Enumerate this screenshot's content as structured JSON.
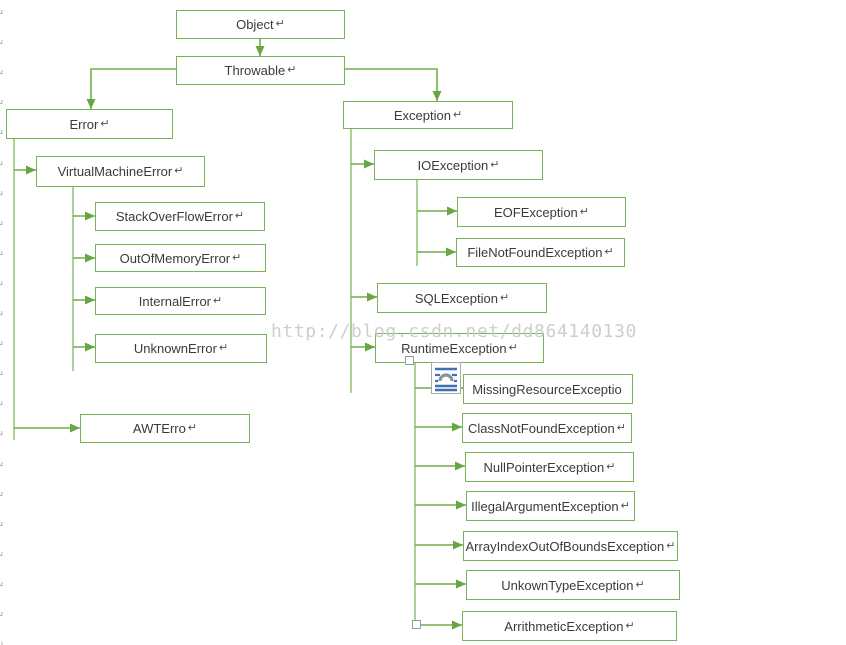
{
  "diagram": {
    "title_hint": "Java Throwable class hierarchy drawing",
    "watermark": "http://blog.csdn.net/dd864140130",
    "margin_mark": {
      "glyph": "↵",
      "count": 22
    },
    "colors": {
      "box_border": "#76b456",
      "connector": "#6fae4d",
      "arrowhead": "#66a744",
      "text": "#3b3b3b",
      "watermark": "#cecece"
    },
    "icon": "embedded-object",
    "nodes": [
      {
        "id": "object",
        "label": "Object",
        "mark": "↵"
      },
      {
        "id": "throwable",
        "label": "Throwable",
        "mark": "↵"
      },
      {
        "id": "error",
        "label": "Error",
        "mark": "↵"
      },
      {
        "id": "virtual-machine-error",
        "label": "VirtualMachineError",
        "mark": "↵"
      },
      {
        "id": "stack-over-flow-error",
        "label": "StackOverFlowError",
        "mark": "↵"
      },
      {
        "id": "out-of-memory-error",
        "label": "OutOfMemoryError",
        "mark": "↵"
      },
      {
        "id": "internal-error",
        "label": "InternalError",
        "mark": "↵"
      },
      {
        "id": "unknown-error",
        "label": "UnknownError",
        "mark": "↵"
      },
      {
        "id": "awt-error",
        "label": "AWTErro",
        "mark": "↵"
      },
      {
        "id": "exception",
        "label": "Exception",
        "mark": "↵"
      },
      {
        "id": "io-exception",
        "label": "IOException",
        "mark": "↵"
      },
      {
        "id": "eof-exception",
        "label": "EOFException",
        "mark": "↵"
      },
      {
        "id": "file-not-found-exception",
        "label": "FileNotFoundException",
        "mark": "↵"
      },
      {
        "id": "sql-exception",
        "label": "SQLException",
        "mark": "↵"
      },
      {
        "id": "runtime-exception",
        "label": "RuntimeException",
        "mark": "↵"
      },
      {
        "id": "missing-resource-exception",
        "label": "MissingResourceExceptio",
        "mark": ""
      },
      {
        "id": "class-not-found-exception",
        "label": "ClassNotFoundException",
        "mark": "↵"
      },
      {
        "id": "null-pointer-exception",
        "label": "NullPointerException",
        "mark": "↵"
      },
      {
        "id": "illegal-argument-exception",
        "label": "IllegalArgumentException",
        "mark": "↵"
      },
      {
        "id": "array-index-out-of-bounds-exception",
        "label": "ArrayIndexOutOfBoundsException",
        "mark": "↵"
      },
      {
        "id": "unkown-type-exception",
        "label": "UnkownTypeException",
        "mark": "↵"
      },
      {
        "id": "arrithmetic-exception",
        "label": "ArrithmeticException",
        "mark": "↵"
      }
    ]
  }
}
